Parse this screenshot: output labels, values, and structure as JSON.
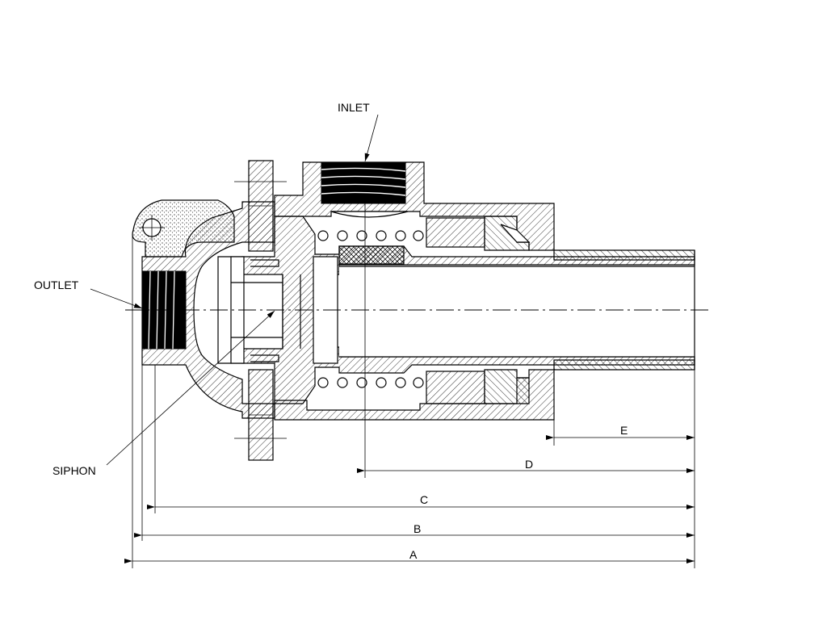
{
  "labels": {
    "inlet": "INLET",
    "outlet": "OUTLET",
    "siphon": "SIPHON"
  },
  "dimensions": {
    "a": "A",
    "b": "B",
    "c": "C",
    "d": "D",
    "e": "E"
  }
}
